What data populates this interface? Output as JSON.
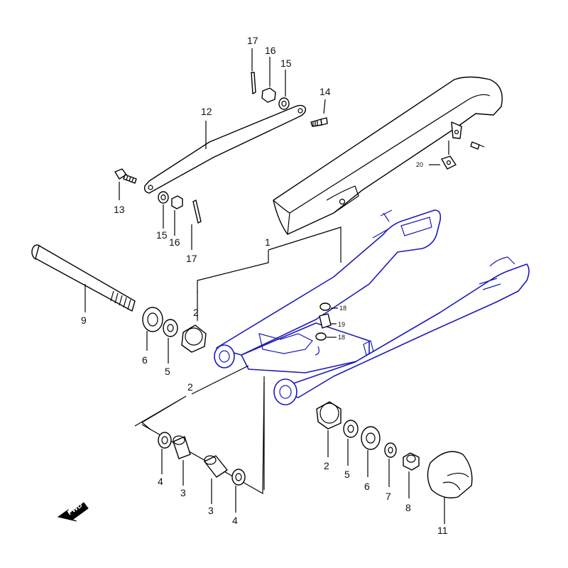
{
  "colors": {
    "accent": "#1a1ab8",
    "line": "#000000"
  },
  "callouts": {
    "c1": "1",
    "c2a": "2",
    "c2b": "2",
    "c2c": "2",
    "c3a": "3",
    "c3b": "3",
    "c4a": "4",
    "c4b": "4",
    "c5a": "5",
    "c5b": "5",
    "c6a": "6",
    "c6b": "6",
    "c7": "7",
    "c8": "8",
    "c9": "9",
    "c11": "11",
    "c12": "12",
    "c13": "13",
    "c14": "14",
    "c15a": "15",
    "c15b": "15",
    "c16a": "16",
    "c16b": "16",
    "c17a": "17",
    "c17b": "17",
    "c18a": "18",
    "c18b": "18",
    "c19": "19",
    "c20": "20"
  },
  "fwd_label": "FWD",
  "icons": {
    "direction": "fwd-arrow-icon"
  }
}
